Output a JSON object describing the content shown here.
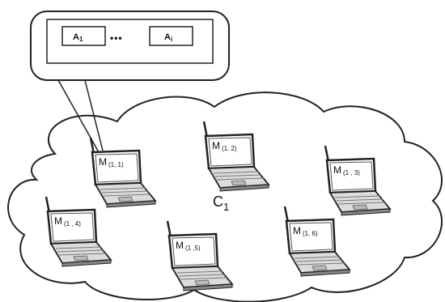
{
  "cloud": {
    "label_main": "C",
    "label_sub": "1"
  },
  "callout": {
    "agents": [
      {
        "main": "A",
        "sub": "1"
      },
      {
        "main": "A",
        "sub": "i"
      }
    ],
    "ellipsis": "•••"
  },
  "devices": [
    {
      "main": "M",
      "sub": "(1, 1)"
    },
    {
      "main": "M",
      "sub": "(1. 2)"
    },
    {
      "main": "M",
      "sub": "(1 , 3)"
    },
    {
      "main": "M",
      "sub": "(1 , 4)"
    },
    {
      "main": "M",
      "sub": "(1 ,5)"
    },
    {
      "main": "M",
      "sub": "(1. 6)"
    }
  ]
}
